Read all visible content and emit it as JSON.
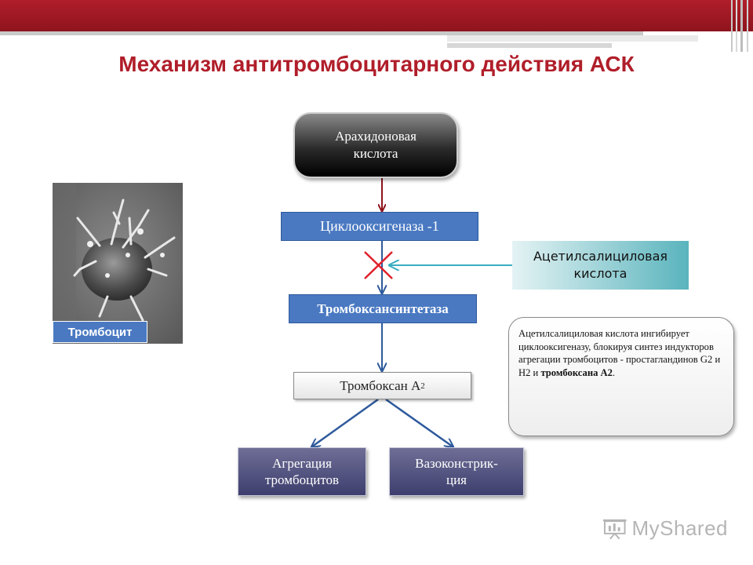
{
  "title": "Механизм антитромбоцитарного действия АСК",
  "nodes": {
    "arachidonic": [
      "Арахидоновая",
      "кислота"
    ],
    "cox1": "Циклооксигеназа -1",
    "thromboxane_synthetase": "Тромбоксансинтетаза",
    "thromboxane_a2": "Тромбоксан А",
    "thromboxane_a2_sub": "2",
    "aggregation": [
      "Агрегация",
      "тромбоцитов"
    ],
    "vasoconstriction": [
      "Вазоконстрик-",
      "ция"
    ],
    "aspirin": [
      "Ацетилсалициловая",
      "кислота"
    ]
  },
  "note": {
    "text": "Ацетилсалициловая кислота ингибирует циклооксигеназу, блокируя синтез индукторов агрегации тромбоцитов - простагландинов G2 и H2 и ",
    "bold": "тромбоксана А2",
    "end": "."
  },
  "platelet_label": "Тромбоцит",
  "logo": {
    "text": "MyShared",
    "icon": "presentation-icon"
  },
  "colors": {
    "title": "#b01e2a",
    "header_bar": "#b01e2a",
    "blue_box": "#4a79c2",
    "purple_box": "#4e4e7e",
    "inhibit_cross": "#e0202a",
    "arrow_blue": "#2e5a9c",
    "arrow_red": "#8e141d",
    "arrow_teal": "#3aaec0"
  }
}
